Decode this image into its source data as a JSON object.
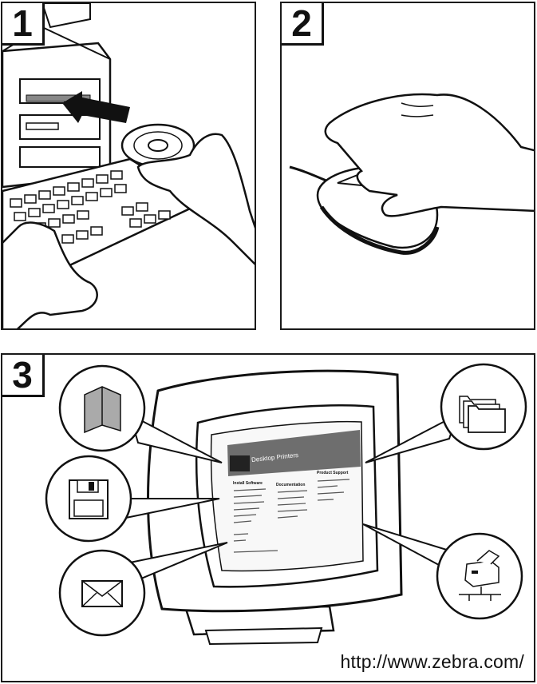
{
  "panels": [
    {
      "number": "1"
    },
    {
      "number": "2"
    },
    {
      "number": "3"
    }
  ],
  "screen": {
    "page_title": "Desktop Printers",
    "col1_heading": "Install Software",
    "col2_heading": "Documentation",
    "col3_heading": "Product Support"
  },
  "url": "http://www.zebra.com/",
  "colors": {
    "ink": "#111111",
    "shade": "#bdbdbd"
  },
  "callout_icons": [
    "manual-book-icon",
    "floppy-disk-icon",
    "envelope-icon",
    "folders-icon",
    "printer-network-icon"
  ]
}
